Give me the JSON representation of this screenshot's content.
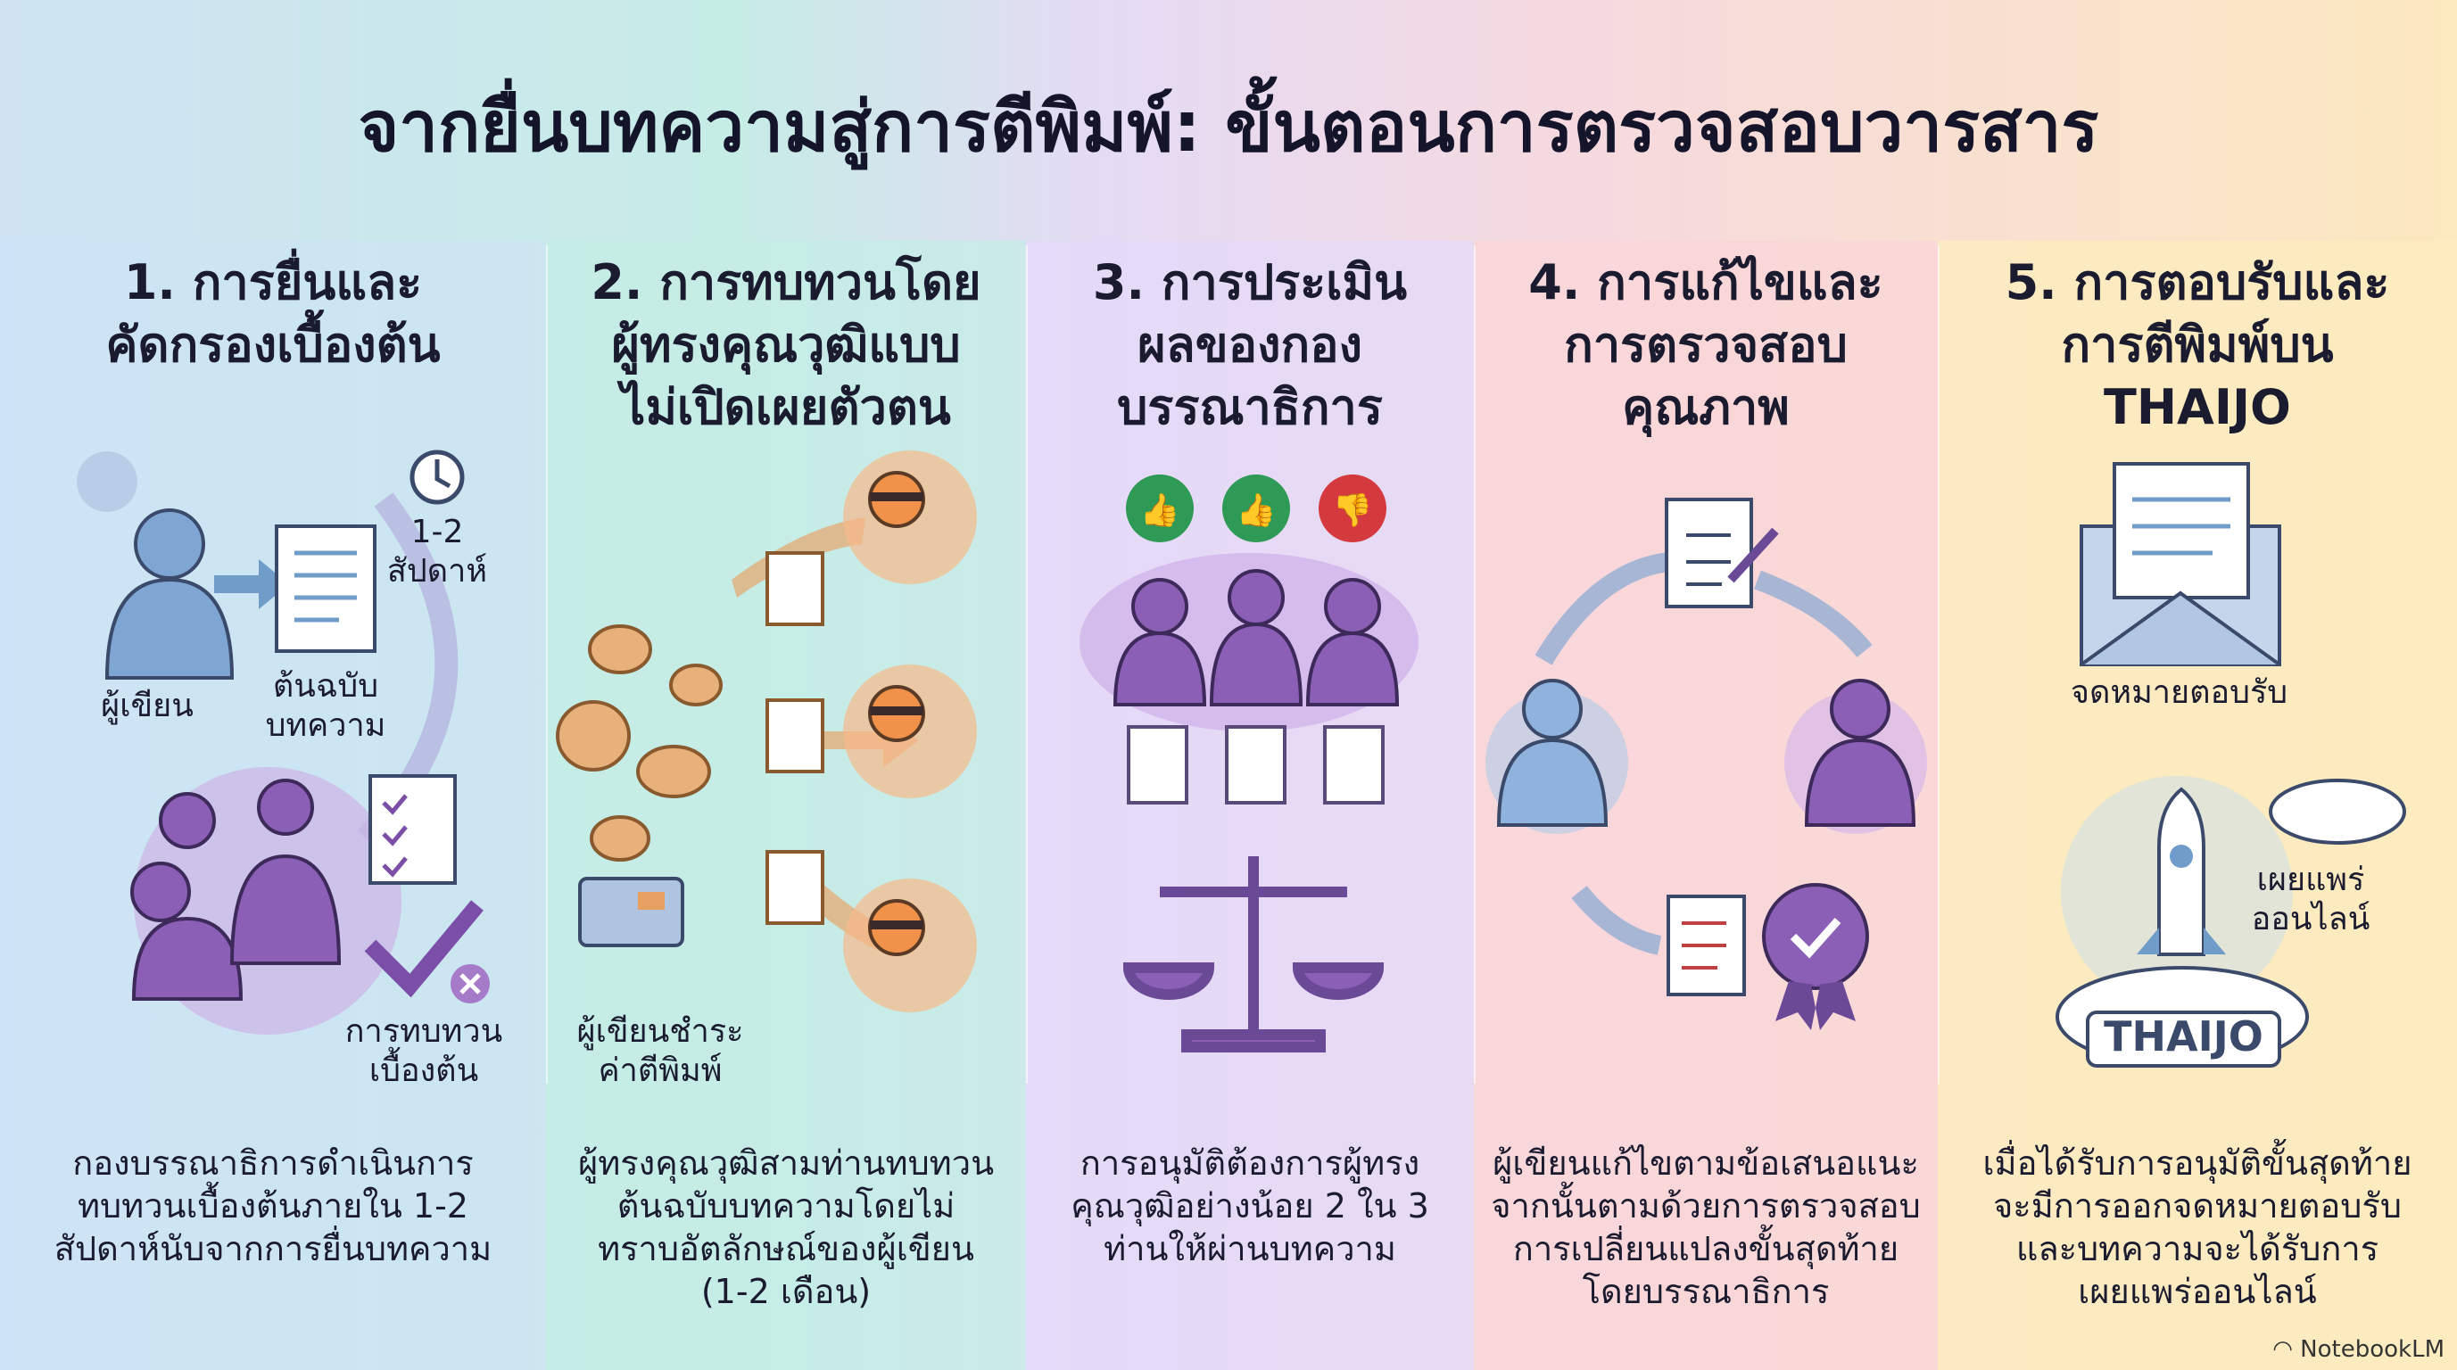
{
  "title": "จากยื่นบทความสู่การตีพิมพ์: ขั้นตอนการตรวจสอบวารสาร",
  "steps": [
    {
      "heading": [
        "1. การยื่นและ",
        "คัดกรองเบื้องต้น"
      ],
      "labels": {
        "time": [
          "1-2",
          "สัปดาห์"
        ],
        "author": "ผู้เขียน",
        "manuscript": [
          "ต้นฉบับ",
          "บทความ"
        ],
        "screening": [
          "การทบทวน",
          "เบื้องต้น"
        ]
      },
      "description": [
        "กองบรรณาธิการดำเนินการ",
        "ทบทวนเบื้องต้นภายใน 1-2",
        "สัปดาห์นับจากการยื่นบทความ"
      ]
    },
    {
      "heading": [
        "2. การทบทวนโดย",
        "ผู้ทรงคุณวุฒิแบบ",
        "ไม่เปิดเผยตัวตน"
      ],
      "labels": {
        "payment": [
          "ผู้เขียนชำระ",
          "ค่าตีพิมพ์"
        ]
      },
      "description": [
        "ผู้ทรงคุณวุฒิสามท่านทบทวน",
        "ต้นฉบับบทความโดยไม่",
        "ทราบอัตลักษณ์ของผู้เขียน",
        "(1-2 เดือน)"
      ]
    },
    {
      "heading": [
        "3. การประเมิน",
        "ผลของกอง",
        "บรรณาธิการ"
      ],
      "description": [
        "การอนุมัติต้องการผู้ทรง",
        "คุณวุฒิอย่างน้อย 2 ใน 3",
        "ท่านให้ผ่านบทความ"
      ]
    },
    {
      "heading": [
        "4. การแก้ไขและ",
        "การตรวจสอบ",
        "คุณภาพ"
      ],
      "description": [
        "ผู้เขียนแก้ไขตามข้อเสนอแนะ",
        "จากนั้นตามด้วยการตรวจสอบ",
        "การเปลี่ยนแปลงขั้นสุดท้าย",
        "โดยบรรณาธิการ"
      ]
    },
    {
      "heading": [
        "5. การตอบรับและ",
        "การตีพิมพ์บน",
        "THAIJO"
      ],
      "labels": {
        "letter": "จดหมายตอบรับ",
        "online": [
          "เผยแพร่",
          "ออนไลน์"
        ],
        "logo": "THAIJO"
      },
      "description": [
        "เมื่อได้รับการอนุมัติขั้นสุดท้าย",
        "จะมีการออกจดหมายตอบรับ",
        "และบทความจะได้รับการ",
        "เผยแพร่ออนไลน์"
      ]
    }
  ],
  "watermark": "NotebookLM",
  "colors": {
    "purple": "#7b4fa8",
    "orange": "#f0924a",
    "blue": "#6f9cc8",
    "green": "#2e9a55",
    "red": "#d3393d"
  }
}
